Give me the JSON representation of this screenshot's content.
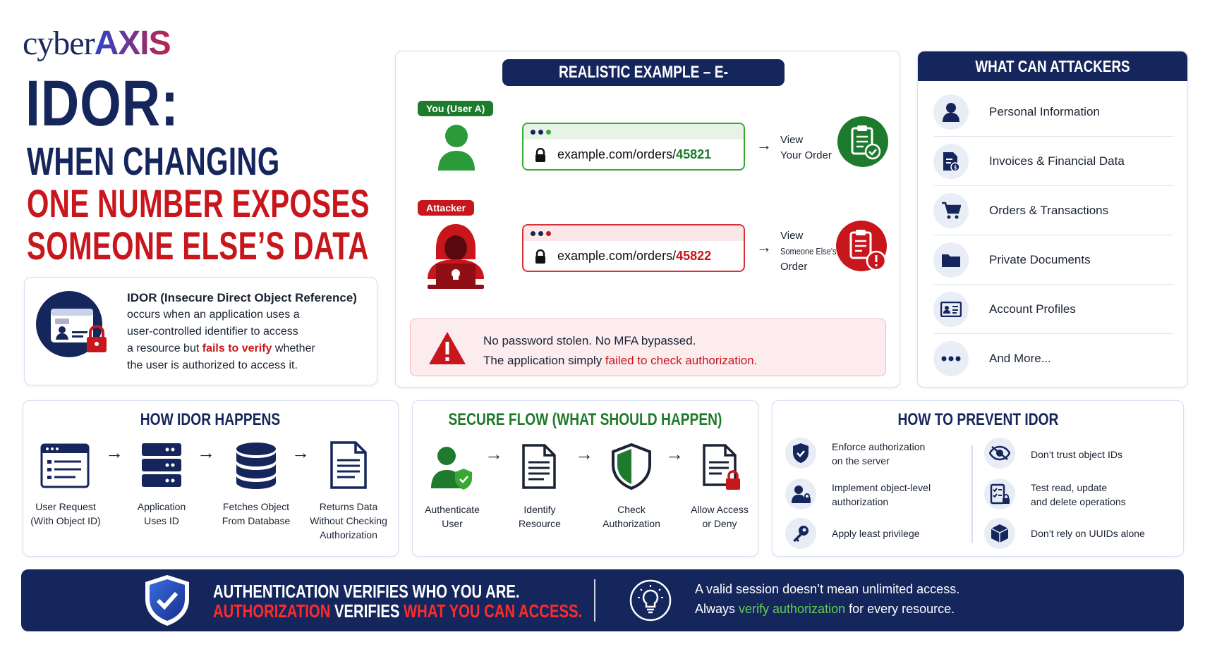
{
  "logo": {
    "part1": "cyber",
    "part2": "AXIS"
  },
  "title": {
    "line1": "IDOR:",
    "line2": "WHEN CHANGING",
    "line3": "ONE NUMBER EXPOSES",
    "line4": "SOMEONE ELSE’S DATA"
  },
  "definition": {
    "term": "IDOR (Insecure Direct Object Reference)",
    "text1": "occurs when an application uses a",
    "text2": "user-controlled identifier to access",
    "text3a": "a resource but ",
    "text3b": "fails to verify",
    "text3c": " whether",
    "text4": "the user is authorized to access it."
  },
  "example": {
    "header": "REALISTIC EXAMPLE – E-COMMERCE APP",
    "user_badge": "You (User A)",
    "attacker_badge": "Attacker",
    "url_prefix": "example.com/orders/",
    "user_id": "45821",
    "attacker_id": "45822",
    "user_view1": "View",
    "user_view2": "Your Order",
    "att_view1": "View",
    "att_view2": "Someone Else's",
    "att_view3": "Order",
    "alert1": "No password stolen. No MFA bypassed.",
    "alert2a": "The application simply ",
    "alert2b": "failed to check authorization."
  },
  "attackers": {
    "header": "WHAT CAN ATTACKERS ACCESS?",
    "items": [
      {
        "label": "Personal Information",
        "icon": "person-icon"
      },
      {
        "label": "Invoices & Financial Data",
        "icon": "invoice-icon"
      },
      {
        "label": "Orders & Transactions",
        "icon": "cart-icon"
      },
      {
        "label": "Private Documents",
        "icon": "folder-icon"
      },
      {
        "label": "Account Profiles",
        "icon": "id-card-icon"
      },
      {
        "label": "And More...",
        "icon": "ellipsis-icon"
      }
    ]
  },
  "how": {
    "header": "HOW IDOR HAPPENS",
    "steps": [
      {
        "l1": "User Request",
        "l2": "(With Object ID)"
      },
      {
        "l1": "Application",
        "l2": "Uses ID"
      },
      {
        "l1": "Fetches Object",
        "l2": "From Database"
      },
      {
        "l1": "Returns Data",
        "l2": "Without Checking",
        "l3": "Authorization"
      }
    ]
  },
  "secure": {
    "header": "SECURE FLOW (WHAT SHOULD HAPPEN)",
    "steps": [
      {
        "l1": "Authenticate",
        "l2": "User"
      },
      {
        "l1": "Identify",
        "l2": "Resource"
      },
      {
        "l1": "Check",
        "l2": "Authorization"
      },
      {
        "l1": "Allow Access",
        "l2": "or Deny"
      }
    ]
  },
  "prevent": {
    "header": "HOW TO PREVENT IDOR",
    "left": [
      {
        "l1": "Enforce authorization",
        "l2": "on the server"
      },
      {
        "l1": "Implement object-level",
        "l2": "authorization"
      },
      {
        "l1": "Apply least privilege",
        "l2": ""
      }
    ],
    "right": [
      {
        "l1": "Don’t trust object IDs",
        "l2": ""
      },
      {
        "l1": "Test read, update",
        "l2": "and delete operations"
      },
      {
        "l1": "Don’t rely on UUIDs alone",
        "l2": ""
      }
    ]
  },
  "footer": {
    "l1": "AUTHENTICATION VERIFIES WHO YOU ARE.",
    "l2a": "AUTHORIZATION",
    "l2b": " VERIFIES ",
    "l2c": "WHAT YOU CAN ACCESS.",
    "r1": "A valid session doesn’t mean unlimited access.",
    "r2a": "Always ",
    "r2b": "verify authorization",
    "r2c": " for every resource."
  },
  "colors": {
    "navy": "#15265c",
    "red": "#c8161d",
    "green": "#3aa835",
    "dark_green": "#1e7a2c"
  }
}
